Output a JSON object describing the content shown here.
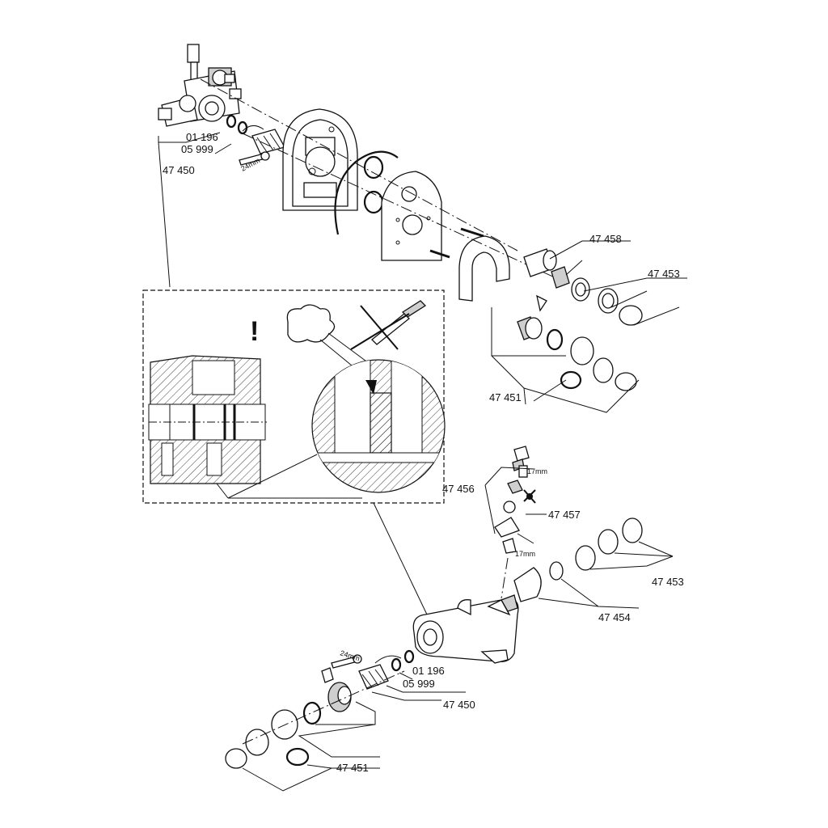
{
  "labels": {
    "top_01196": "01 196",
    "top_05999": "05 999",
    "top_47450": "47 450",
    "top_24mm": "24mm",
    "r_47458": "47 458",
    "r_47453_top": "47 453",
    "r_47451_top": "47 451",
    "warning": "!",
    "m_47456": "47 456",
    "m_47457": "47 457",
    "m_17mm_a": "17mm",
    "m_17mm_b": "17mm",
    "m_47453": "47 453",
    "m_47454": "47 454",
    "b_24mm": "24mm",
    "b_01196": "01 196",
    "b_05999": "05 999",
    "b_47450": "47 450",
    "b_47451": "47 451"
  }
}
